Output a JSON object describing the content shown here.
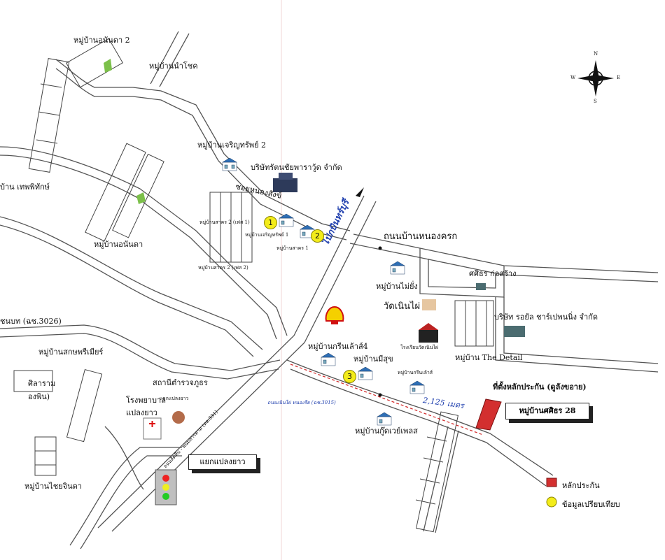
{
  "compass": {
    "n": "N",
    "s": "S",
    "e": "E",
    "w": "W"
  },
  "labels": {
    "ban_anankha_2": "หมู่บ้านอนันดา 2",
    "ban_namchok": "หมู่บ้านนำโชค",
    "ban_charoensap_2": "หมู่บ้านเจริญทรัพย์ 2",
    "company_chaiyaporn": "บริษัทรัตนชัยพาราวู้ด จำกัด",
    "ban_thepphithak": "บ้าน เทพพิทักษ์",
    "soi_nongsangkham": "ซอยหนองสังข์",
    "to_chonburi": "ไปกบินทร์บุรี",
    "ban_sakhon_2_1": "หมู่บ้านสาคร 2 (เฟส 1)",
    "ban_charoensap_1": "หมู่บ้านเจริญทรัพย์ 1",
    "ban_sakhon_1": "หมู่บ้านสาคร 1",
    "ban_sakhon_2_2": "หมู่บ้านสาคร 2 (เฟส 2)",
    "ban_anankha": "หมู่บ้านอนันดา",
    "road_nongkrok": "ถนนบ้านหนองครก",
    "ban_mais": "หมู่บ้านไม่ยั่ง",
    "sasiwan_construction": "ศศิธร ก่อสร้าง",
    "wat_noen_phai": "วัดเนินไผ่",
    "company_royal": "บริษัท รอยัล ชาร์เปพนนิ่ง จำกัด",
    "school_noen_phai": "โรงเรียนวัดเนินไผ่",
    "ban_the_detail": "หมู่บ้าน The Detail",
    "road_3026": "ชนบท (ฉช.3026)",
    "ban_green_4": "หมู่บ้านกรีนเล้าส์4",
    "ban_misuk": "หมู่บ้านมีสุข",
    "ban_green": "หมู่บ้านกรีนเล้าส์",
    "ban_sakon_premier": "หมู่บ้านสกษพรีเมียร์",
    "police_station": "สถานีตำรวจภูธร",
    "police_station_2": "แยกแปลงยาว",
    "hospital": "โรงพยาบาล",
    "plaeng_yao": "แปลงยาว",
    "silaram": "ศิลาราม",
    "ongphin": "องพิน)",
    "road_331": "ถนนสัตหีบ - พนมสารคาม (ทล.331)",
    "road_3015": "ถนนเนินไผ่ หนองรีย (ฉช.3015)",
    "distance": "2,125 เมตร",
    "ban_good_place": "หมู่บ้านกู๊ดเวย์เพลส",
    "stake_location": "ที่ตั้งหลักประกัน (ดูลังขอาย)",
    "ban_sasiwan_28": "หมู่บ้านศศิธร 28",
    "intersection": "แยกแปลงยาว",
    "ban_chaichinda": "หมู่บ้านไชยจินดา"
  },
  "markers": [
    "1",
    "2",
    "3"
  ],
  "legend": {
    "collateral": "หลักประกัน",
    "comparables": "ข้อมูลเปรียบเทียบ"
  },
  "colors": {
    "road": "#555555",
    "collateral": "#d32f2f",
    "marker": "#f3ec1a",
    "route": "#d33030",
    "park": "#7cc04a",
    "blue_label": "#1f3fae"
  }
}
